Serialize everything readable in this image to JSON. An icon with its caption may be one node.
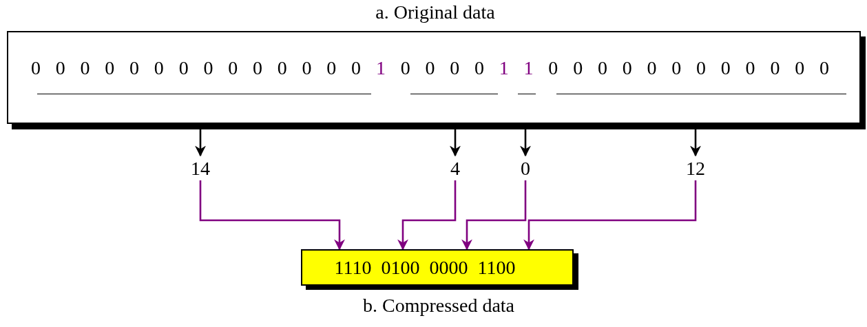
{
  "diagram": {
    "nodes": [
      {
        "text": [
          "a. Original data",
          "0 0 0 0 0 0 0 0 0 0 0 0 0 0 1 0 0 0 0 1 1 0 0 0 0 0 0 0 0 0 0 0 0"
        ]
      },
      {
        "text": [],
        "shape": "bar",
        "in": 0
      },
      {
        "text": [],
        "shape": "bar",
        "in": 0
      },
      {
        "text": [],
        "shape": "bar",
        "in": 0
      },
      {
        "text": [],
        "shape": "bar",
        "in": 0
      },
      {
        "text": [
          "14"
        ]
      },
      {
        "text": [
          "4"
        ]
      },
      {
        "text": [
          "0"
        ]
      },
      {
        "text": [
          "12"
        ]
      },
      {
        "text": [
          "1110  0100  0000  1100",
          "b. Compressed data"
        ]
      }
    ],
    "edges": [
      {
        "from": 1,
        "to": 5,
        "arrow": "to"
      },
      {
        "from": 2,
        "to": 6,
        "arrow": "to"
      },
      {
        "from": 3,
        "to": 7,
        "arrow": "to"
      },
      {
        "from": 4,
        "to": 8,
        "arrow": "to"
      },
      {
        "from": 5,
        "to": 9,
        "arrow": "to",
        "color": "#800080"
      },
      {
        "from": 6,
        "to": 9,
        "arrow": "to",
        "color": "#800080"
      },
      {
        "from": 7,
        "to": 9,
        "arrow": "to",
        "color": "#800080"
      },
      {
        "from": 8,
        "to": 9,
        "arrow": "to",
        "color": "#800080"
      }
    ]
  }
}
